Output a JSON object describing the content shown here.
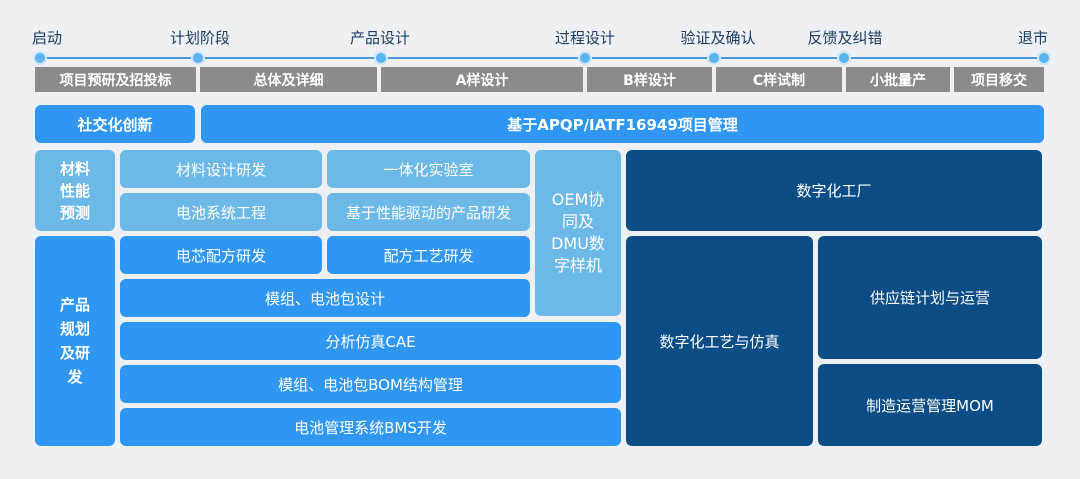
{
  "milestones": [
    "启动",
    "计划阶段",
    "产品设计",
    "过程设计",
    "验证及确认",
    "反馈及纠错",
    "退市"
  ],
  "phases": [
    "项目预研及招投标",
    "总体及详细",
    "A样设计",
    "B样设计",
    "C样试制",
    "小批量产",
    "项目移交"
  ],
  "top": {
    "social": "社交化创新",
    "apqp": "基于APQP/IATF16949项目管理"
  },
  "material": {
    "label": "材料性能预测",
    "items": [
      "材料设计研发",
      "一体化实验室",
      "电池系统工程",
      "基于性能驱动的产品研发"
    ]
  },
  "product": {
    "label": "产品规划及研发",
    "items": [
      "电芯配方研发",
      "配方工艺研发",
      "模组、电池包设计",
      "分析仿真CAE",
      "模组、电池包BOM结构管理",
      "电池管理系统BMS开发"
    ]
  },
  "oem": "OEM协同及DMU数字样机",
  "factory": {
    "digital_factory": "数字化工厂",
    "process_sim": "数字化工艺与仿真",
    "supply": "供应链计划与运营",
    "mom": "制造运营管理MOM"
  },
  "colors": {
    "light": "#6cb9e8",
    "bright": "#2f97f2",
    "dark": "#0c4d86",
    "phase": "#8b8b8b"
  }
}
